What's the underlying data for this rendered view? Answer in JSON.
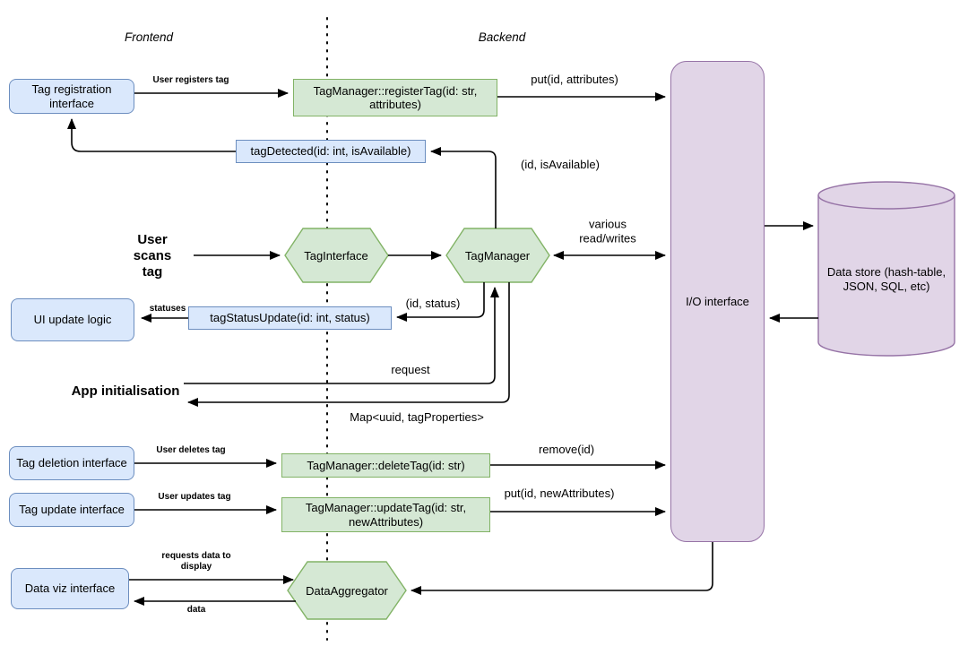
{
  "regions": {
    "frontend": "Frontend",
    "backend": "Backend"
  },
  "nodes": {
    "tag_registration_interface": "Tag registration interface",
    "ui_update_logic": "UI update logic",
    "tag_deletion_interface": "Tag deletion interface",
    "tag_update_interface": "Tag update interface",
    "data_viz_interface": "Data viz interface",
    "tag_detected_event": "tagDetected(id: int, isAvailable)",
    "tag_status_update_event": "tagStatusUpdate(id: int, status)",
    "register_tag_method": "TagManager::registerTag(id: str, attributes)",
    "delete_tag_method": "TagManager::deleteTag(id: str)",
    "update_tag_method": "TagManager::updateTag(id: str, newAttributes)",
    "tag_interface": "TagInterface",
    "tag_manager": "TagManager",
    "data_aggregator": "DataAggregator",
    "io_interface": "I/O interface",
    "data_store": "Data store (hash-table, JSON, SQL, etc)"
  },
  "actors": {
    "user_scans_tag": "User scans tag",
    "app_initialisation": "App initialisation"
  },
  "edge_labels": {
    "user_registers_tag": "User registers tag",
    "put_id_attributes": "put(id, attributes)",
    "id_is_available": "(id, isAvailable)",
    "various_read_writes": "various read/writes",
    "id_status": "(id, status)",
    "statuses": "statuses",
    "request": "request",
    "map_uuid_tag_properties": "Map<uuid, tagProperties>",
    "user_deletes_tag": "User deletes tag",
    "remove_id": "remove(id)",
    "user_updates_tag": "User updates tag",
    "put_id_new_attributes": "put(id, newAttributes)",
    "requests_data_to_display": "requests data to display",
    "data": "data"
  },
  "colors": {
    "node_blue_fill": "#dae8fc",
    "node_blue_stroke": "#6c8ebf",
    "node_green_fill": "#d5e8d4",
    "node_green_stroke": "#82b366",
    "node_purple_fill": "#e1d5e7",
    "node_purple_stroke": "#9673a6",
    "arrow": "#000000",
    "background": "#ffffff"
  }
}
